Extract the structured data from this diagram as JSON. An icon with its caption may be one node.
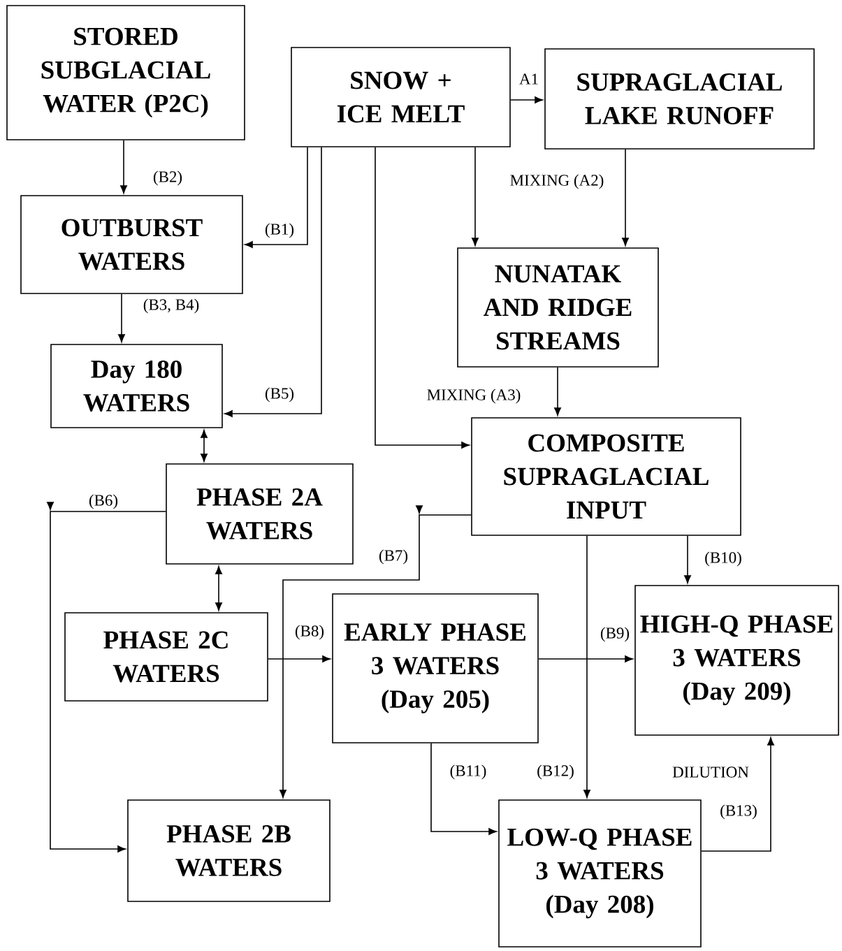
{
  "diagram": {
    "nodes": [
      {
        "text": [
          "STORED SUBGLACIAL WATER (P2C)"
        ]
      },
      {
        "text": [
          "SNOW + ICE MELT"
        ]
      },
      {
        "text": [
          "SUPRAGLACIAL LAKE RUNOFF"
        ]
      },
      {
        "text": [
          "OUTBURST WATERS"
        ]
      },
      {
        "text": [
          "NUNATAK AND RIDGE STREAMS"
        ]
      },
      {
        "text": [
          "Day 180 WATERS"
        ]
      },
      {
        "text": [
          "COMPOSITE SUPRAGLACIAL INPUT"
        ]
      },
      {
        "text": [
          "PHASE 2A WATERS"
        ]
      },
      {
        "text": [
          "PHASE 2C WATERS"
        ]
      },
      {
        "text": [
          "EARLY PHASE 3 WATERS (Day 205)"
        ]
      },
      {
        "text": [
          "HIGH-Q PHASE 3 WATERS (Day 209)"
        ]
      },
      {
        "text": [
          "PHASE 2B WATERS"
        ]
      },
      {
        "text": [
          "LOW-Q PHASE 3 WATERS (Day 208)"
        ]
      }
    ],
    "edges": [
      {
        "from": 1,
        "to": 2,
        "arrow": "to",
        "label": "A1"
      },
      {
        "from": 0,
        "to": 3,
        "arrow": "to",
        "label": "(B2)"
      },
      {
        "from": 1,
        "to": 3,
        "arrow": "to",
        "label": "(B1)"
      },
      {
        "from": 1,
        "to": 5,
        "arrow": "to",
        "label": "(B5)"
      },
      {
        "from": 1,
        "to": 4,
        "arrow": "to"
      },
      {
        "from": 2,
        "to": 4,
        "arrow": "to",
        "label": "MIXING (A2)"
      },
      {
        "from": 1,
        "to": 6,
        "arrow": "to"
      },
      {
        "from": 4,
        "to": 6,
        "arrow": "to",
        "label": "MIXING (A3)"
      },
      {
        "from": 3,
        "to": 5,
        "arrow": "to",
        "label": "(B3, B4)"
      },
      {
        "from": 5,
        "to": 7,
        "arrow": "both"
      },
      {
        "from": 7,
        "to": 8,
        "arrow": "both"
      },
      {
        "from": 7,
        "to": 11,
        "arrow": "to",
        "label": "(B6)"
      },
      {
        "from": 6,
        "to": 11,
        "arrow": "to",
        "label": "(B7)"
      },
      {
        "from": 8,
        "to": 9,
        "arrow": "to",
        "label": "(B8)"
      },
      {
        "from": 9,
        "to": 10,
        "arrow": "to",
        "label": "(B9)"
      },
      {
        "from": 6,
        "to": 10,
        "arrow": "to",
        "label": "(B10)"
      },
      {
        "from": 9,
        "to": 12,
        "arrow": "to",
        "label": "(B11)"
      },
      {
        "from": 6,
        "to": 12,
        "arrow": "to",
        "label": "(B12)"
      },
      {
        "from": 12,
        "to": 10,
        "arrow": "to",
        "label": "(B13)"
      }
    ],
    "labels": [
      "DILUTION"
    ]
  }
}
